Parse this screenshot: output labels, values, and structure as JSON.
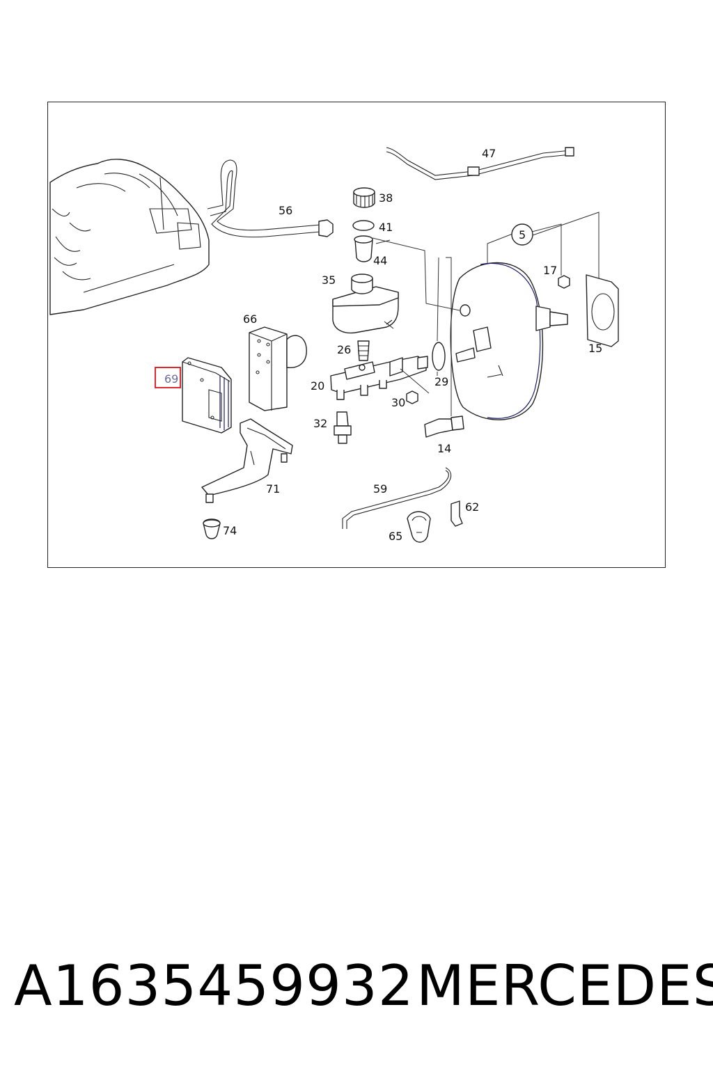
{
  "diagram": {
    "callouts": {
      "c5": "5",
      "c14": "14",
      "c15": "15",
      "c17": "17",
      "c20": "20",
      "c26": "26",
      "c29": "29",
      "c30": "30",
      "c32": "32",
      "c35": "35",
      "c38": "38",
      "c41": "41",
      "c44": "44",
      "c47": "47",
      "c56": "56",
      "c59": "59",
      "c62": "62",
      "c65": "65",
      "c66": "66",
      "c69": "69",
      "c71": "71",
      "c74": "74"
    },
    "highlighted_part": "69",
    "highlight_color": "#e0282e"
  },
  "footer": {
    "part_number": "A1635459932",
    "brand": "MERCEDES"
  }
}
